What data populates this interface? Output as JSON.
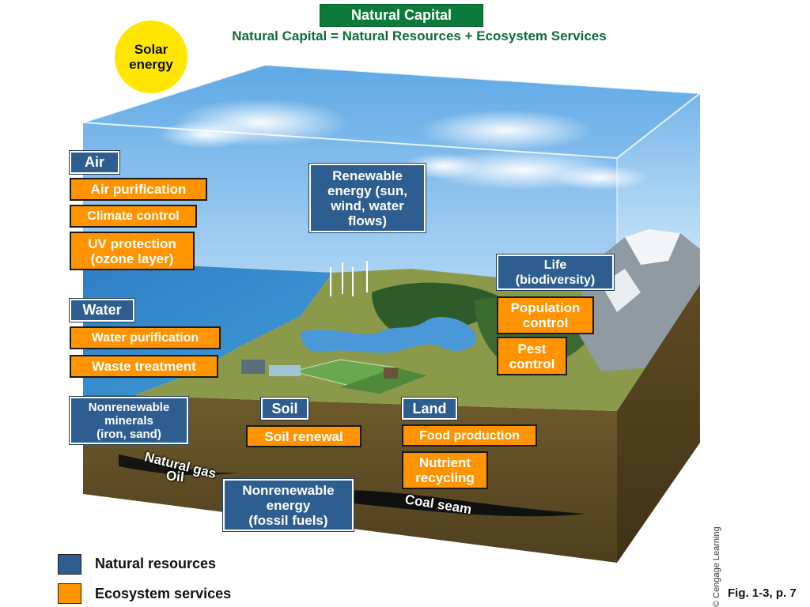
{
  "header": {
    "title": "Natural Capital",
    "subtitle": "Natural Capital = Natural Resources + Ecosystem Services"
  },
  "sun": {
    "label": "Solar\nenergy"
  },
  "natural_resources": {
    "air": "Air",
    "water": "Water",
    "nonrenewable_minerals": "Nonrenewable\nminerals\n(iron, sand)",
    "renewable_energy": "Renewable\nenergy (sun,\nwind, water\nflows)",
    "life": "Life\n(biodiversity)",
    "soil": "Soil",
    "land": "Land",
    "nonrenewable_energy": "Nonrenewable\nenergy\n(fossil fuels)"
  },
  "ecosystem_services": {
    "air_purification": "Air purification",
    "climate_control": "Climate control",
    "uv_protection": "UV protection\n(ozone layer)",
    "water_purification": "Water purification",
    "waste_treatment": "Waste treatment",
    "population_control": "Population\ncontrol",
    "pest_control": "Pest\ncontrol",
    "soil_renewal": "Soil renewal",
    "food_production": "Food production",
    "nutrient_recycling": "Nutrient\nrecycling"
  },
  "underground_labels": {
    "natural_gas": "Natural gas",
    "oil": "Oil",
    "coal_seam": "Coal seam"
  },
  "legend": {
    "natural_resources": "Natural resources",
    "ecosystem_services": "Ecosystem services"
  },
  "footer": {
    "copyright": "© Cengage Learning",
    "figure": "Fig. 1-3, p. 7"
  },
  "colors": {
    "natural_resource": "#2e5d8f",
    "ecosystem_service": "#ff9400",
    "title_green": "#0b7a3b",
    "sun": "#ffe600"
  }
}
